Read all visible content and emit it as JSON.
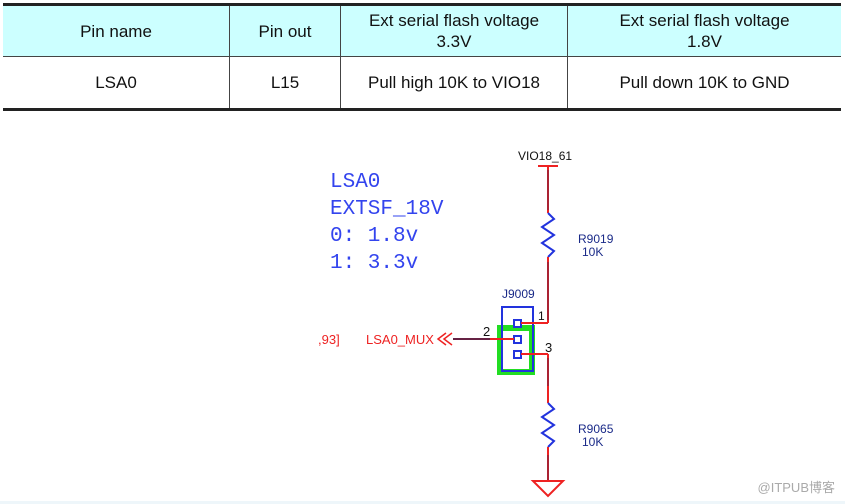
{
  "table": {
    "headers": [
      "Pin name",
      "Pin out",
      "Ext serial flash voltage\n3.3V",
      "Ext serial flash voltage\n1.8V"
    ],
    "header_lines": [
      [
        "Pin name"
      ],
      [
        "Pin out"
      ],
      [
        "Ext serial flash voltage",
        "3.3V"
      ],
      [
        "Ext serial flash voltage",
        "1.8V"
      ]
    ],
    "rows": [
      [
        "LSA0",
        "L15",
        "Pull high 10K to VIO18",
        "Pull down 10K to GND"
      ]
    ]
  },
  "schematic": {
    "note_lines": [
      "LSA0",
      "EXTSF_18V",
      "0: 1.8v",
      "1: 3.3v"
    ],
    "power_net": "VIO18_61",
    "r_top": {
      "ref": "R9019",
      "value": "10K"
    },
    "r_bottom": {
      "ref": "R9065",
      "value": "10K"
    },
    "jumper": {
      "ref": "J9009",
      "pins": [
        "1",
        "2",
        "3"
      ]
    },
    "signal_net": "LSA0_MUX",
    "offpage_ref": ",93]"
  },
  "colors": {
    "header_bg": "#ccffff",
    "wire": "#ee2222",
    "component": "#2233dd",
    "jumper_highlight": "#22dd22"
  },
  "watermark": "@ITPUB博客"
}
